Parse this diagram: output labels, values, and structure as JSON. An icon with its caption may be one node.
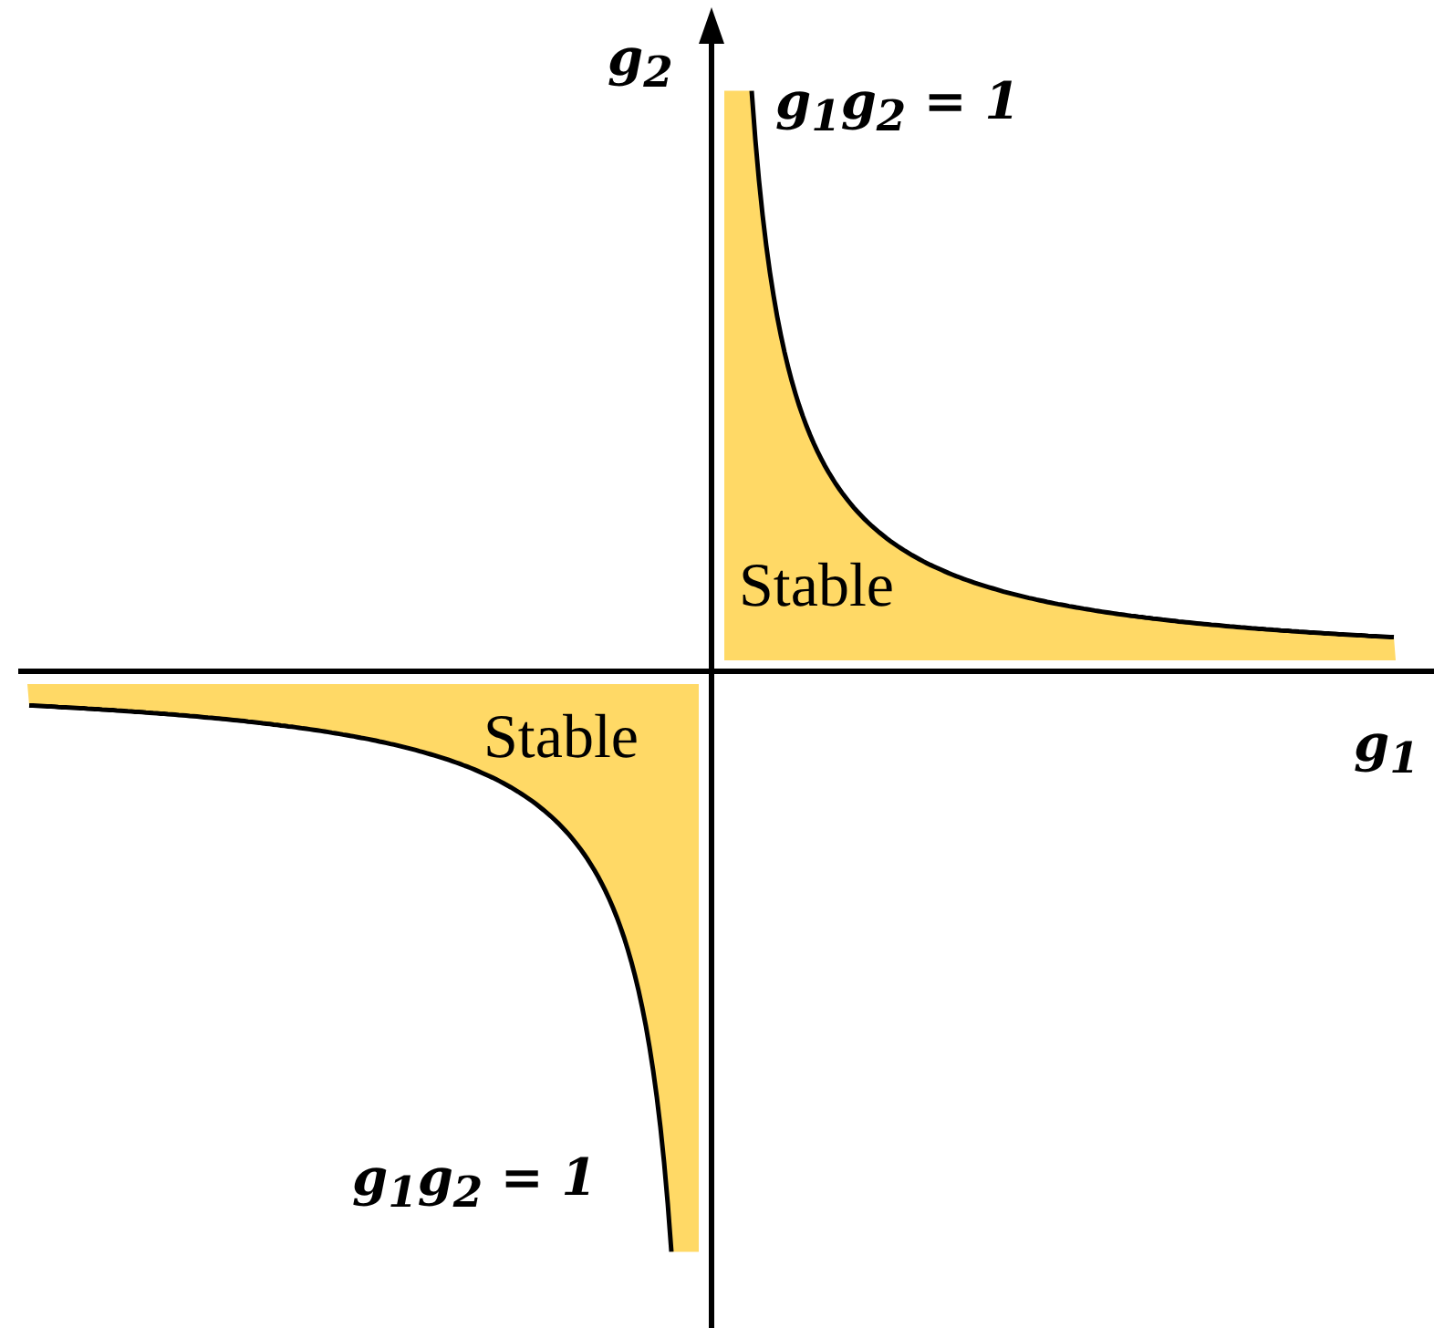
{
  "diagram": {
    "labels": [
      "g$_{2}$",
      "g$_{1}$g$_{2}$ = 1",
      "Stable",
      "Stable",
      "g$_{1}$",
      "g$_{1}$g$_{2}$ = 1"
    ]
  }
}
